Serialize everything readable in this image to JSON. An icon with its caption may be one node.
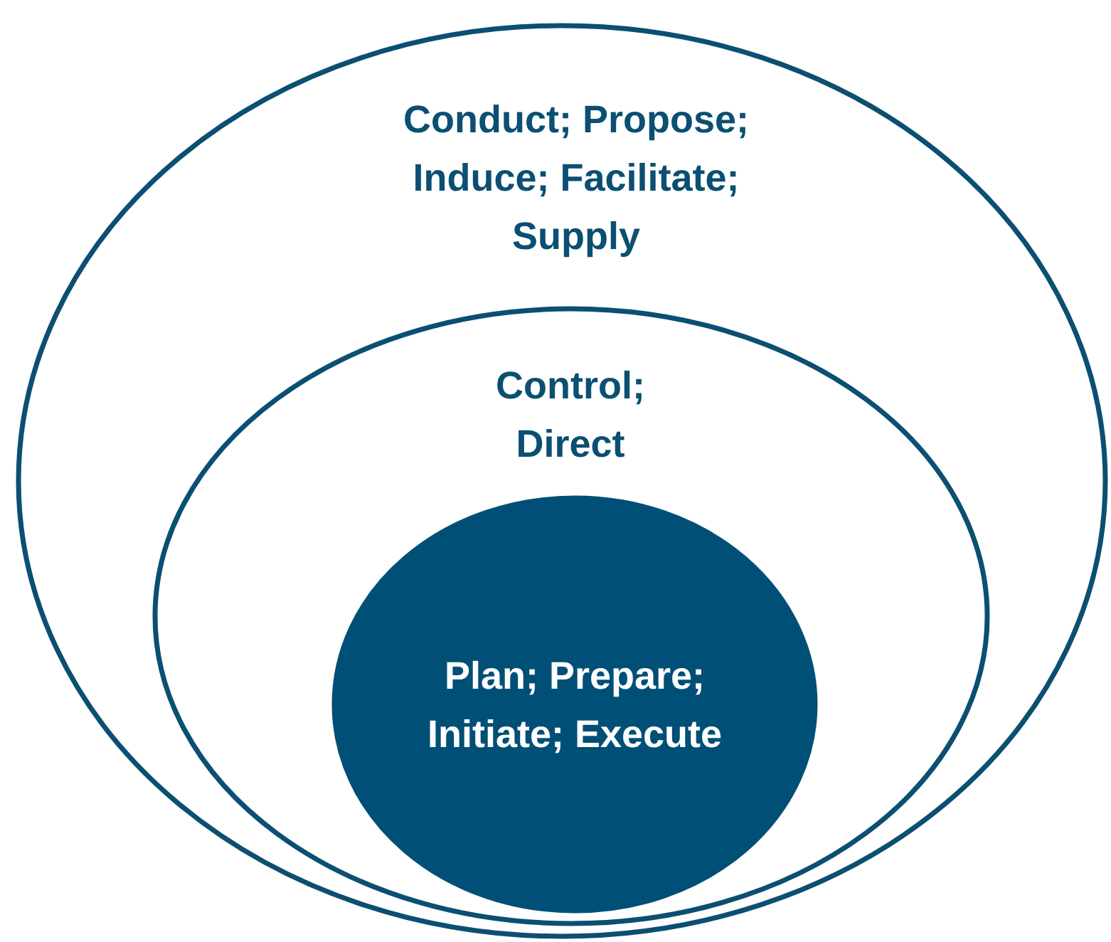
{
  "diagram": {
    "nodes": [
      {
        "text": [
          "Conduct; Propose; Induce; Facilitate; Supply"
        ]
      },
      {
        "text": [
          "Control; Direct"
        ],
        "in": 0
      },
      {
        "text": [
          "Plan; Prepare; Initiate; Execute"
        ],
        "in": 1
      }
    ]
  }
}
